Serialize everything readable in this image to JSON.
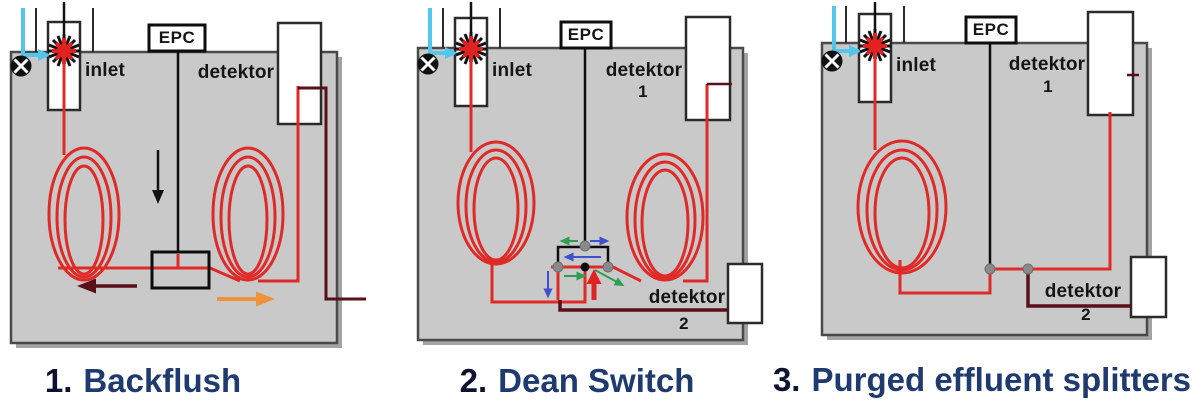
{
  "diagram": {
    "panels": [
      {
        "caption": {
          "number": "1.",
          "label": "Backflush"
        },
        "epc_label": "EPC",
        "inlet_label": "inlet",
        "detector1": {
          "label": "detektor"
        }
      },
      {
        "caption": {
          "number": "2.",
          "label": "Dean Switch"
        },
        "epc_label": "EPC",
        "inlet_label": "inlet",
        "detector1": {
          "label": "detektor",
          "number": "1"
        },
        "detector2": {
          "label": "detektor",
          "number": "2"
        }
      },
      {
        "caption": {
          "number": "3.",
          "label": "Purged effluent splitters"
        },
        "epc_label": "EPC",
        "inlet_label": "inlet",
        "detector1": {
          "label": "detektor",
          "number": "1"
        },
        "detector2": {
          "label": "detektor",
          "number": "2"
        }
      }
    ],
    "colors": {
      "oven_fill": "#c9c9c9",
      "oven_border": "#4a4a4a",
      "column_red": "#e02a28",
      "transfer_dark_red": "#5a1018",
      "carrier_cyan": "#54c6ec",
      "arrow_orange": "#f0923c",
      "arrow_blue": "#3f4fd0",
      "arrow_green": "#2f9e52",
      "arrow_black": "#111111",
      "junction_gray": "#8a8a8a",
      "caption_navy": "#1f3a6e",
      "caption_number": "#0d1230"
    }
  }
}
